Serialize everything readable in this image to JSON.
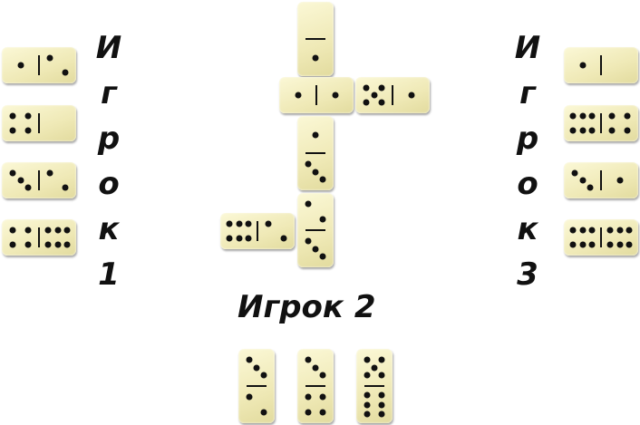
{
  "players": {
    "p1_label": "Игрок 1",
    "p2_label": "Игрок 2",
    "p3_label": "Игрок 3"
  },
  "colors": {
    "tile": "#f3eebd",
    "pip": "#111111",
    "background": "#ffffff"
  },
  "dominoes": {
    "board": [
      {
        "id": "b-top",
        "a": 0,
        "b": 1
      },
      {
        "id": "b-center",
        "a": 1,
        "b": 1
      },
      {
        "id": "b-right",
        "a": 5,
        "b": 1
      },
      {
        "id": "b-mid",
        "a": 1,
        "b": 3
      },
      {
        "id": "b-low",
        "a": 2,
        "b": 3
      },
      {
        "id": "b-left",
        "a": 6,
        "b": 2
      }
    ],
    "player1": [
      {
        "id": "p1-1",
        "a": 1,
        "b": 2
      },
      {
        "id": "p1-2",
        "a": 4,
        "b": 0
      },
      {
        "id": "p1-3",
        "a": 3,
        "b": 2
      },
      {
        "id": "p1-4",
        "a": 4,
        "b": 6
      }
    ],
    "player2": [
      {
        "id": "p2-1",
        "a": 3,
        "b": 2
      },
      {
        "id": "p2-2",
        "a": 3,
        "b": 4
      },
      {
        "id": "p2-3",
        "a": 5,
        "b": 6
      }
    ],
    "player3": [
      {
        "id": "p3-1",
        "a": 1,
        "b": 0
      },
      {
        "id": "p3-2",
        "a": 6,
        "b": 4
      },
      {
        "id": "p3-3",
        "a": 3,
        "b": 1
      },
      {
        "id": "p3-4",
        "a": 6,
        "b": 6
      }
    ]
  }
}
